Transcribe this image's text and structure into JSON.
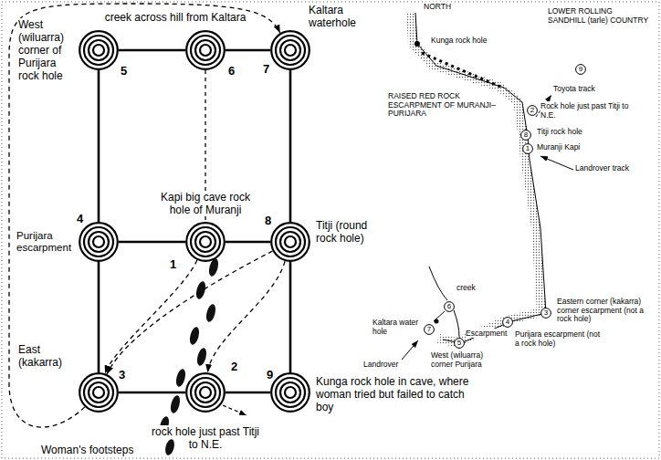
{
  "diagram": {
    "nodes": [
      {
        "text": [
          "West (wiluarra) corner of Purijara rock hole",
          "5"
        ]
      },
      {
        "text": [
          "creek across hill from Kaltara",
          "6"
        ]
      },
      {
        "text": [
          "Kaltara waterhole",
          "7"
        ]
      },
      {
        "text": [
          "Purijara escarpment",
          "4"
        ]
      },
      {
        "text": [
          "Kapi big cave rock hole of Muranji",
          "1"
        ]
      },
      {
        "text": [
          "Titji (round rock hole)",
          "8"
        ]
      },
      {
        "text": [
          "East (kakarra)",
          "3"
        ]
      },
      {
        "text": [
          "rock hole just past Titji to N.E.",
          "2"
        ]
      },
      {
        "text": [
          "Kunga rock hole in cave, where woman tried but failed to catch boy",
          "9"
        ]
      },
      {
        "text": [
          "9"
        ]
      },
      {
        "text": [
          "2"
        ]
      },
      {
        "text": [
          "8"
        ]
      },
      {
        "text": [
          "1"
        ]
      },
      {
        "text": [
          "3"
        ]
      },
      {
        "text": [
          "4"
        ]
      },
      {
        "text": [
          "5"
        ]
      },
      {
        "text": [
          "6"
        ]
      },
      {
        "text": [
          "7"
        ]
      }
    ],
    "edges": [
      {
        "from": 0,
        "to": 1,
        "arrow": "none"
      },
      {
        "from": 1,
        "to": 2,
        "arrow": "none"
      },
      {
        "from": 0,
        "to": 3,
        "arrow": "none"
      },
      {
        "from": 2,
        "to": 5,
        "arrow": "none"
      },
      {
        "from": 3,
        "to": 4,
        "arrow": "none"
      },
      {
        "from": 4,
        "to": 5,
        "arrow": "none"
      },
      {
        "from": 3,
        "to": 6,
        "arrow": "none"
      },
      {
        "from": 5,
        "to": 8,
        "arrow": "none"
      },
      {
        "from": 6,
        "to": 7,
        "arrow": "none"
      },
      {
        "from": 7,
        "to": 8,
        "arrow": "none"
      },
      {
        "from": 1,
        "to": 4,
        "arrow": "none"
      },
      {
        "from": 5,
        "to": 7,
        "arrow": "to"
      },
      {
        "from": 5,
        "to": 6,
        "arrow": "to"
      },
      {
        "from": 4,
        "to": 6,
        "arrow": "to"
      },
      {
        "from": 6,
        "to": 2,
        "arrow": "to"
      }
    ],
    "labels": [
      "Woman's footsteps",
      "NORTH",
      "LOWER ROLLING SANDHILL (tarle) COUNTRY",
      "Kunga rock hole",
      "RAISED RED ROCK ESCARPMENT OF MURANJI–PURIJARA",
      "Toyota track",
      "Rock hole just past Titji to N.E.",
      "Titji rock hole",
      "Muranji Kapi",
      "Landrover track",
      "creek",
      "Kaltara water hole",
      "Eastern corner (kakarra) corner escarpment (not a rock hole)",
      "Escarpment",
      "Purijara escarpment (not a rock hole)",
      "West (wiluarra) corner Purijara",
      "Landrover"
    ]
  }
}
